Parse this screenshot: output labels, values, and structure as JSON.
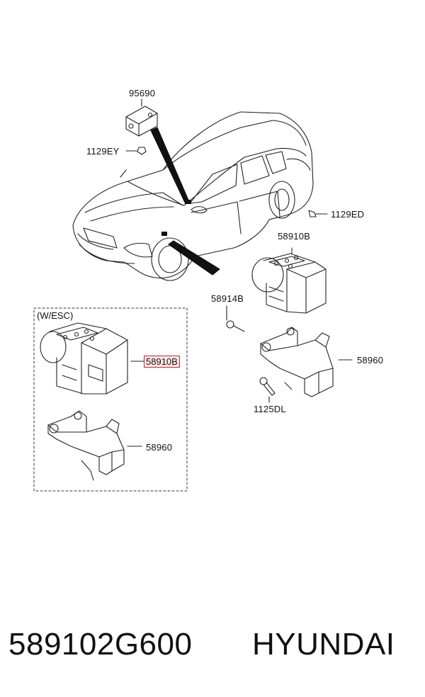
{
  "labels": {
    "p95690": "95690",
    "p1129EY": "1129EY",
    "p1129ED": "1129ED",
    "p58910B_top": "58910B",
    "p58914B": "58914B",
    "p58960_right": "58960",
    "p1125DL": "1125DL",
    "p58910B_esc": "58910B",
    "p58960_esc": "58960"
  },
  "variant_label": "(W/ESC)",
  "footer": {
    "part_number": "589102G600",
    "brand": "HYUNDAI"
  },
  "colors": {
    "highlight_border": "#d6202a",
    "highlight_fill": "#ffe8ea",
    "line": "#222222"
  }
}
